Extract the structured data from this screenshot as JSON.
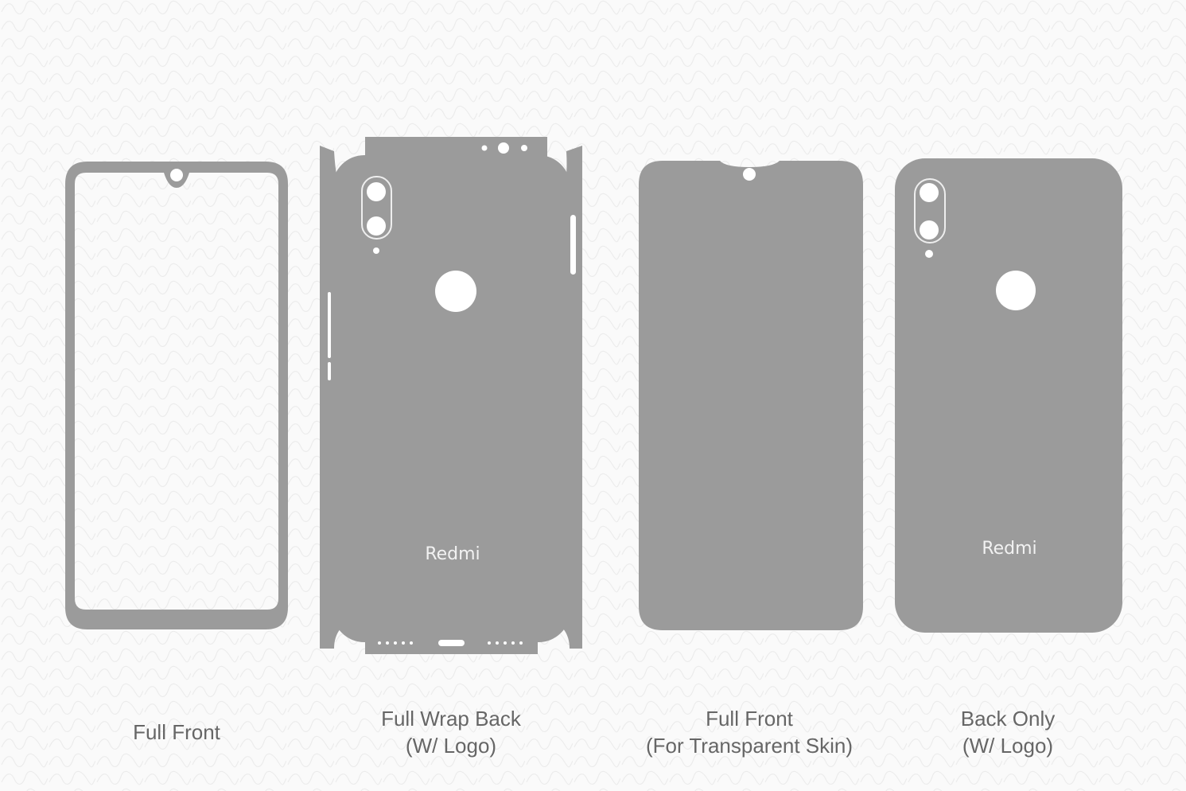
{
  "colors": {
    "skin": "#9b9b9b",
    "background": "#fafafa",
    "label": "#666666"
  },
  "panels": [
    {
      "label_line1": "Full Front",
      "label_line2": ""
    },
    {
      "label_line1": "Full Wrap Back",
      "label_line2": "(W/ Logo)",
      "logo_text": "Redmi"
    },
    {
      "label_line1": "Full Front",
      "label_line2": "(For Transparent Skin)"
    },
    {
      "label_line1": "Back Only",
      "label_line2": "(W/ Logo)",
      "logo_text": "Redmi"
    }
  ]
}
